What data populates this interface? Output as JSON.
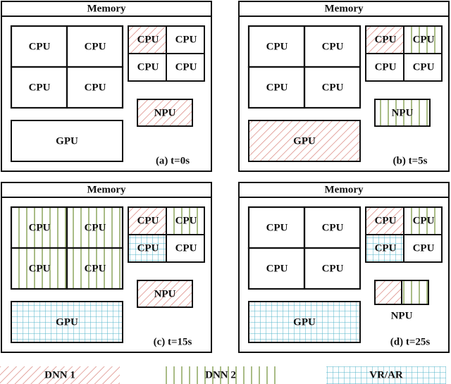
{
  "panels": [
    {
      "title": "Memory",
      "caption": "(a) t=0s",
      "big_cpus": [
        {
          "label": "CPU",
          "fill": "none"
        },
        {
          "label": "CPU",
          "fill": "none"
        },
        {
          "label": "CPU",
          "fill": "none"
        },
        {
          "label": "CPU",
          "fill": "none"
        }
      ],
      "small_cpus": [
        {
          "label": "CPU",
          "fill": "dnn1"
        },
        {
          "label": "CPU",
          "fill": "none"
        },
        {
          "label": "CPU",
          "fill": "none"
        },
        {
          "label": "CPU",
          "fill": "none"
        }
      ],
      "gpu": {
        "label": "GPU",
        "fill": "none"
      },
      "npu": {
        "label": "NPU",
        "fill": "dnn1"
      }
    },
    {
      "title": "Memory",
      "caption": "(b) t=5s",
      "big_cpus": [
        {
          "label": "CPU",
          "fill": "none"
        },
        {
          "label": "CPU",
          "fill": "none"
        },
        {
          "label": "CPU",
          "fill": "none"
        },
        {
          "label": "CPU",
          "fill": "none"
        }
      ],
      "small_cpus": [
        {
          "label": "CPU",
          "fill": "dnn1"
        },
        {
          "label": "CPU",
          "fill": "dnn2"
        },
        {
          "label": "CPU",
          "fill": "none"
        },
        {
          "label": "CPU",
          "fill": "none"
        }
      ],
      "gpu": {
        "label": "GPU",
        "fill": "dnn1"
      },
      "npu": {
        "label": "NPU",
        "fill": "dnn2"
      }
    },
    {
      "title": "Memory",
      "caption": "(c) t=15s",
      "big_cpus": [
        {
          "label": "CPU",
          "fill": "dnn2"
        },
        {
          "label": "CPU",
          "fill": "dnn2"
        },
        {
          "label": "CPU",
          "fill": "dnn2"
        },
        {
          "label": "CPU",
          "fill": "dnn2"
        }
      ],
      "small_cpus": [
        {
          "label": "CPU",
          "fill": "dnn1"
        },
        {
          "label": "CPU",
          "fill": "dnn2"
        },
        {
          "label": "CPU",
          "fill": "vrar"
        },
        {
          "label": "CPU",
          "fill": "none"
        }
      ],
      "gpu": {
        "label": "GPU",
        "fill": "vrar"
      },
      "npu": {
        "label": "NPU",
        "fill": "dnn1"
      }
    },
    {
      "title": "Memory",
      "caption": "(d) t=25s",
      "big_cpus": [
        {
          "label": "CPU",
          "fill": "none"
        },
        {
          "label": "CPU",
          "fill": "none"
        },
        {
          "label": "CPU",
          "fill": "none"
        },
        {
          "label": "CPU",
          "fill": "none"
        }
      ],
      "small_cpus": [
        {
          "label": "CPU",
          "fill": "dnn1"
        },
        {
          "label": "CPU",
          "fill": "dnn2"
        },
        {
          "label": "CPU",
          "fill": "vrar"
        },
        {
          "label": "CPU",
          "fill": "none"
        }
      ],
      "gpu": {
        "label": "GPU",
        "fill": "vrar"
      },
      "npu": {
        "label": "NPU",
        "fill": "split-dnn1-dnn2"
      }
    }
  ],
  "legend": [
    {
      "label": "DNN 1",
      "pattern": "dnn1"
    },
    {
      "label": "DNN 2",
      "pattern": "dnn2"
    },
    {
      "label": "VR/AR",
      "pattern": "vrar"
    }
  ],
  "colors": {
    "dnn1": "#d9827a",
    "dnn2": "#7a9a3c",
    "vrar": "#4fb3c9",
    "border": "#111111"
  }
}
